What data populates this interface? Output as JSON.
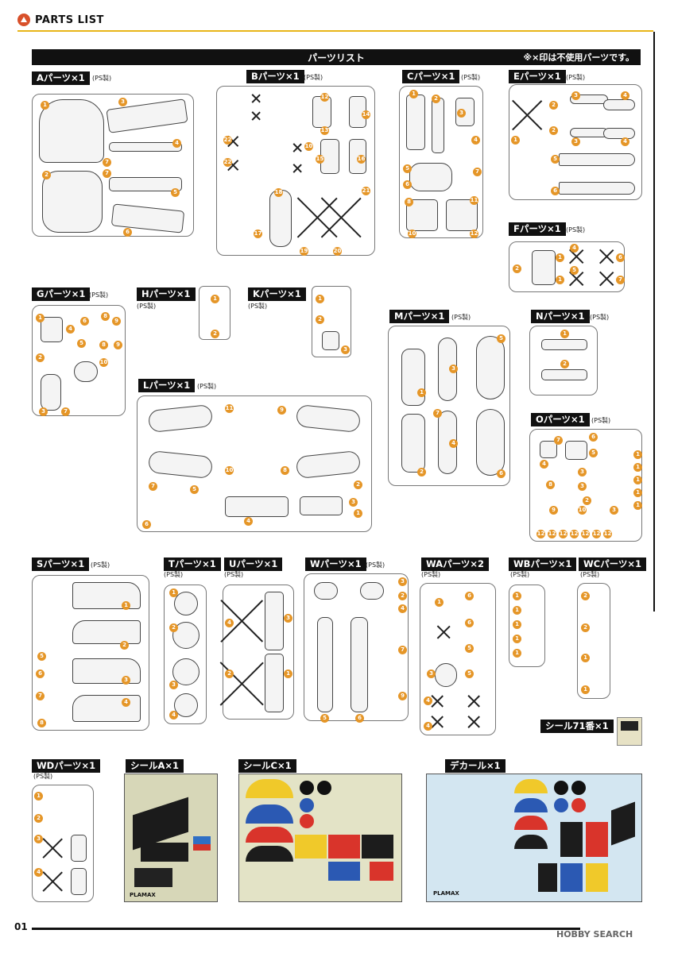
{
  "header": {
    "title": "PARTS LIST",
    "page": "01"
  },
  "titlebar": {
    "title": "パーツリスト",
    "note": "※×印は不使用パーツです。"
  },
  "ps_label": "(PS製)",
  "sections": {
    "A": {
      "label": "Aパーツ×1"
    },
    "B": {
      "label": "Bパーツ×1"
    },
    "C": {
      "label": "Cパーツ×1"
    },
    "E": {
      "label": "Eパーツ×1"
    },
    "F": {
      "label": "Fパーツ×1"
    },
    "G": {
      "label": "Gパーツ×1"
    },
    "H": {
      "label": "Hパーツ×1"
    },
    "K": {
      "label": "Kパーツ×1"
    },
    "M": {
      "label": "Mパーツ×1"
    },
    "N": {
      "label": "Nパーツ×1"
    },
    "L": {
      "label": "Lパーツ×1"
    },
    "O": {
      "label": "Oパーツ×1"
    },
    "S": {
      "label": "Sパーツ×1"
    },
    "T": {
      "label": "Tパーツ×1"
    },
    "U": {
      "label": "Uパーツ×1"
    },
    "W": {
      "label": "Wパーツ×1"
    },
    "WA": {
      "label": "WAパーツ×2"
    },
    "WB": {
      "label": "WBパーツ×1"
    },
    "WC": {
      "label": "WCパーツ×1"
    },
    "WD": {
      "label": "WDパーツ×1"
    }
  },
  "seals": {
    "seal71": "シール71番×1",
    "sealA": "シールA×1",
    "sealC": "シールC×1",
    "decal": "デカール×1"
  },
  "brand": "PLAMAX",
  "watermark": "HOBBY SEARCH",
  "colors": {
    "orange": "#e59628",
    "accent": "#e8b518"
  }
}
